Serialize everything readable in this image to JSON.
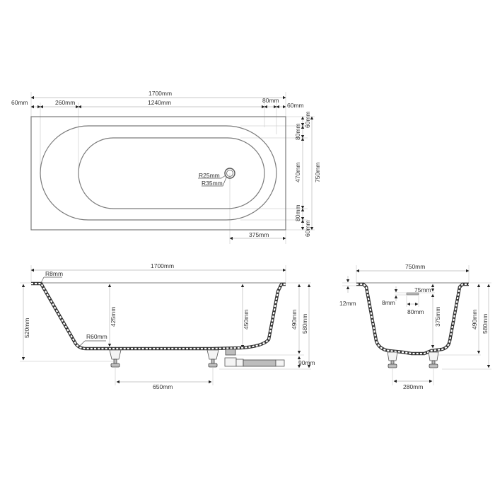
{
  "title": "Bathtub technical drawing (plan, side section, end section)",
  "colors": {
    "outline": "#7a7a7a",
    "dimension_line": "#c8c8c8",
    "text": "#333333",
    "shell": "#333333"
  },
  "top_view": {
    "overall_length": "1700mm",
    "left_rim": "60mm",
    "rounded_end_depth": "260mm",
    "straight_length": "1240mm",
    "right_step": "80mm",
    "right_rim": "60mm",
    "top_rim": "60mm",
    "top_step": "80mm",
    "inner_width": "470mm",
    "bottom_step": "80mm",
    "bottom_rim": "60mm",
    "overall_width": "750mm",
    "drain_inner_radius": "R25mm",
    "drain_outer_radius": "R35mm",
    "drain_offset": "375mm"
  },
  "side_section": {
    "overall_length": "1700mm",
    "rim_radius": "R8mm",
    "bottom_radius": "R60mm",
    "left_height": "520mm",
    "depth_left": "425mm",
    "depth_right": "450mm",
    "height_to_base": "490mm",
    "total_height": "580mm",
    "foot_clearance": "90mm",
    "feet_spacing": "650mm"
  },
  "end_section": {
    "overall_width": "750mm",
    "rim_thickness": "12mm",
    "overflow_height": "8mm",
    "overflow_top_offset": "75mm",
    "overflow_width": "80mm",
    "depth": "375mm",
    "height_to_base": "490mm",
    "total_height": "580mm",
    "feet_spacing": "280mm"
  }
}
